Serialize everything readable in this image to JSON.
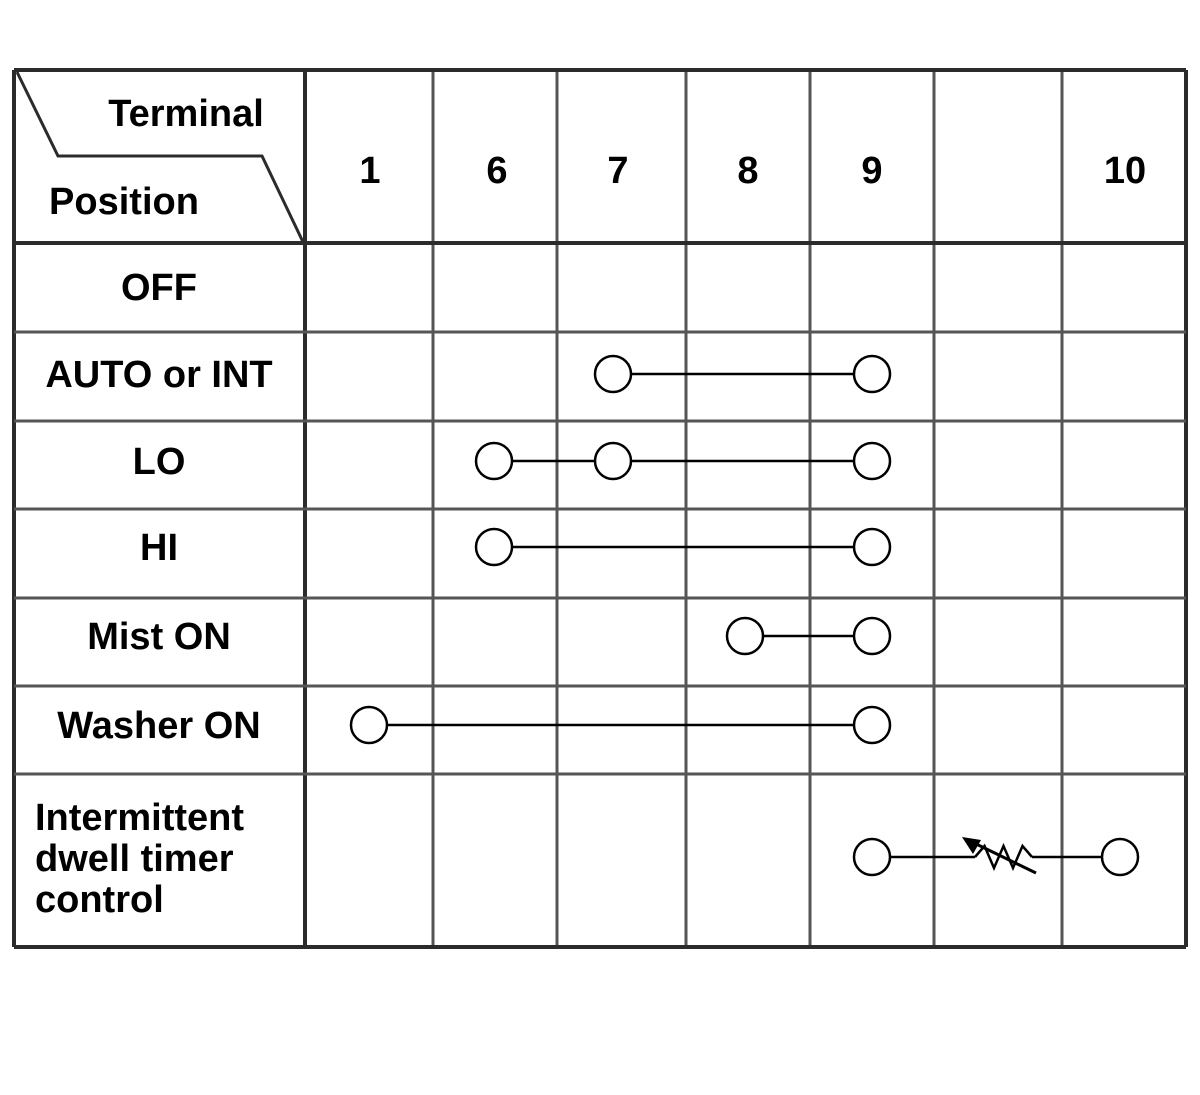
{
  "header": {
    "corner_top": "Terminal",
    "corner_bottom": "Position",
    "columns": [
      "1",
      "6",
      "7",
      "8",
      "9",
      "",
      "10"
    ]
  },
  "rows": [
    {
      "label_lines": [
        "OFF"
      ],
      "connections": []
    },
    {
      "label_lines": [
        "AUTO or INT"
      ],
      "connections": [
        {
          "from": "7",
          "to": "9",
          "via": [
            "7",
            "9"
          ]
        }
      ]
    },
    {
      "label_lines": [
        "LO"
      ],
      "connections": [
        {
          "from": "6",
          "to": "9",
          "via": [
            "6",
            "7",
            "9"
          ]
        }
      ]
    },
    {
      "label_lines": [
        "HI"
      ],
      "connections": [
        {
          "from": "6",
          "to": "9",
          "via": [
            "6",
            "9"
          ]
        }
      ]
    },
    {
      "label_lines": [
        "Mist ON"
      ],
      "connections": [
        {
          "from": "8",
          "to": "9",
          "via": [
            "8",
            "9"
          ]
        }
      ]
    },
    {
      "label_lines": [
        "Washer ON"
      ],
      "connections": [
        {
          "from": "1",
          "to": "9",
          "via": [
            "1",
            "9"
          ]
        }
      ]
    },
    {
      "label_lines": [
        "Intermittent",
        "dwell timer",
        "control"
      ],
      "connections": [
        {
          "from": "9",
          "to": "10",
          "via": [
            "9",
            "10"
          ],
          "element": "variable-resistor"
        }
      ]
    }
  ],
  "colors": {
    "grid": "#2b2b2b",
    "inner_grid": "#555555",
    "line": "#000000"
  }
}
